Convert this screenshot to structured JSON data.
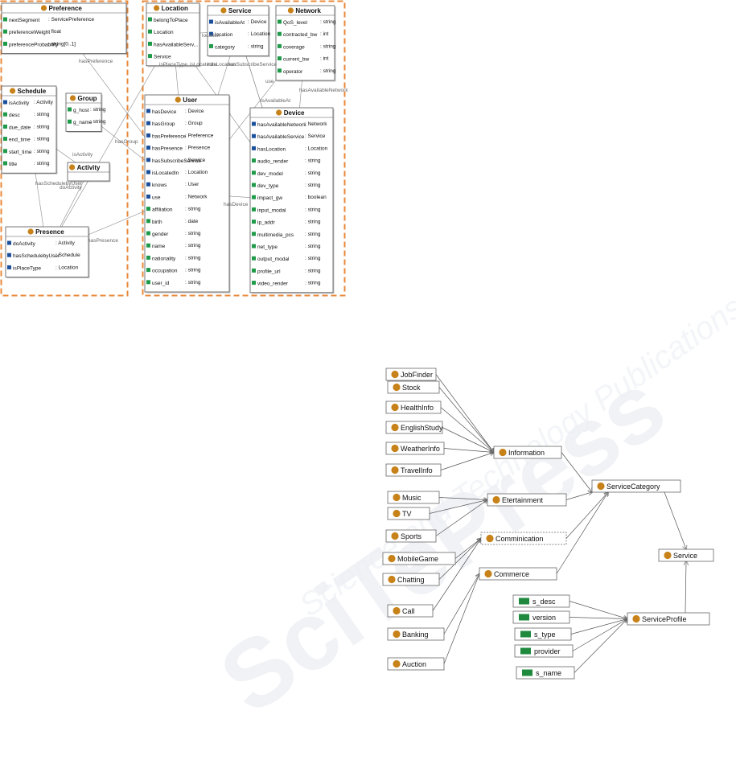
{
  "watermark": {
    "logo_text": "SciTePress",
    "tagline": "Science and Technology Publications"
  },
  "ontology_diagram": {
    "classes": [
      {
        "name": "Preference",
        "attrs": [
          [
            "nextSegment",
            "ServicePreference"
          ],
          [
            "preferenceWeight",
            "float"
          ],
          [
            "preferenceProbability",
            "string[0..1]"
          ]
        ]
      },
      {
        "name": "Schedule",
        "attrs": [
          [
            "isActivity",
            "Activity"
          ],
          [
            "desc",
            "string"
          ],
          [
            "due_date",
            "string"
          ],
          [
            "end_time",
            "string"
          ],
          [
            "start_time",
            "string"
          ],
          [
            "title",
            "string"
          ]
        ]
      },
      {
        "name": "Group",
        "attrs": [
          [
            "g_host",
            "string"
          ],
          [
            "g_name",
            "string"
          ]
        ]
      },
      {
        "name": "Activity",
        "attrs": []
      },
      {
        "name": "Presence",
        "attrs": [
          [
            "doActivity",
            "Activity"
          ],
          [
            "hasSchedulebyUser",
            "Schedule"
          ],
          [
            "isPlaceType",
            "Location"
          ]
        ]
      },
      {
        "name": "Location",
        "attrs": [
          [
            "belongToPlace",
            ""
          ],
          [
            "Location",
            ""
          ],
          [
            "hasAvailableServ...",
            ""
          ],
          [
            "Service",
            ""
          ]
        ]
      },
      {
        "name": "Service",
        "attrs": [
          [
            "isAvailableAt",
            "Device"
          ],
          [
            "location",
            "Location"
          ],
          [
            "category",
            "string"
          ]
        ]
      },
      {
        "name": "Network",
        "attrs": [
          [
            "QoS_level",
            "string"
          ],
          [
            "contracted_bw",
            "int"
          ],
          [
            "coverage",
            "string"
          ],
          [
            "current_bw",
            "int"
          ],
          [
            "operator",
            "string"
          ]
        ]
      },
      {
        "name": "User",
        "attrs": [
          [
            "hasDevice",
            "Device"
          ],
          [
            "hasGroup",
            "Group"
          ],
          [
            "hasPreference",
            "Preference"
          ],
          [
            "hasPresence",
            "Presence"
          ],
          [
            "hasSubscribeService",
            "Service"
          ],
          [
            "isLocatedIn",
            "Location"
          ],
          [
            "knows",
            "User"
          ],
          [
            "use",
            "Network"
          ],
          [
            "affiliation",
            "string"
          ],
          [
            "birth",
            "date"
          ],
          [
            "gender",
            "string"
          ],
          [
            "name",
            "string"
          ],
          [
            "nationality",
            "string"
          ],
          [
            "occupation",
            "string"
          ],
          [
            "user_id",
            "string"
          ]
        ]
      },
      {
        "name": "Device",
        "attrs": [
          [
            "hasAvailableNetwork",
            "Network"
          ],
          [
            "hasAvailableService",
            "Service"
          ],
          [
            "hasLocation",
            "Location"
          ],
          [
            "audio_render",
            "string"
          ],
          [
            "dev_model",
            "string"
          ],
          [
            "dev_type",
            "string"
          ],
          [
            "impact_gw",
            "boolean"
          ],
          [
            "input_modal",
            "string"
          ],
          [
            "ip_addr",
            "string"
          ],
          [
            "multimedia_pcs",
            "string"
          ],
          [
            "net_type",
            "string"
          ],
          [
            "output_modal",
            "string"
          ],
          [
            "profile_url",
            "string"
          ],
          [
            "video_render",
            "string"
          ]
        ]
      }
    ],
    "edge_labels": [
      "hasPreference",
      "isPlaceType",
      "isLocatedIn",
      "hasLocation",
      "hasSubscribeService",
      "use",
      "isAvailableAt",
      "hasAvailableNetwork",
      "hasGroup",
      "isActivity",
      "hasSchedulebyUser",
      "doActivity",
      "hasPresence",
      "hasDevice",
      "location"
    ]
  },
  "service_diagram": {
    "nodes": [
      "JobFinder",
      "Stock",
      "HealthInfo",
      "EnglishStudy",
      "WeatherInfo",
      "TravelInfo",
      "Information",
      "Music",
      "TV",
      "Sports",
      "Etertainment",
      "ServiceCategory",
      "Comminication",
      "MobileGame",
      "Chatting",
      "Commerce",
      "Service",
      "Call",
      "Banking",
      "Auction",
      "s_desc",
      "version",
      "s_type",
      "provider",
      "s_name",
      "ServiceProfile"
    ]
  },
  "colors": {
    "frame": "#e8883a",
    "circle_icon": "#c8821a",
    "obj_attr_icon": "#1b4f9c",
    "data_attr_icon": "#1f9a4a",
    "data_node_icon": "#1f8a3e",
    "edge": "#8a8a8a"
  }
}
